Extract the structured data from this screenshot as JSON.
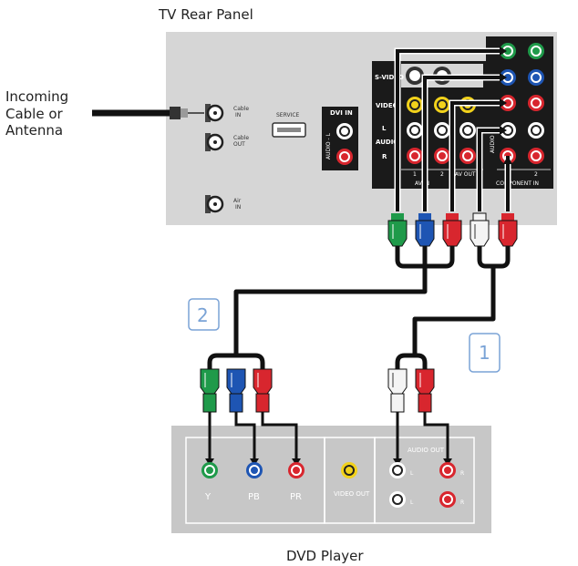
{
  "labels": {
    "tv_rear_panel": "TV Rear Panel",
    "dvd_player": "DVD Player",
    "incoming": [
      "Incoming",
      "Cable or",
      "Antenna"
    ]
  },
  "tv_panel": {
    "cable_in": [
      "Cable",
      "IN"
    ],
    "cable_out": [
      "Cable",
      "OUT"
    ],
    "air_in": [
      "Air",
      "IN"
    ],
    "service": "SERVICE",
    "dvi_in": "DVI IN",
    "audio_l": "AUDIO - L",
    "av_block": {
      "s_video": "S-VIDEO",
      "video": "VIDEO",
      "audio": "AUDIO",
      "l": "L",
      "r": "R",
      "col1": "1",
      "col2": "2",
      "av_in": "AV IN",
      "av_out": "AV OUT"
    },
    "component": {
      "audio": "AUDIO",
      "col1": "1",
      "col2": "2",
      "label": "COMPONENT IN"
    }
  },
  "dvd_panel": {
    "y": "Y",
    "pb": "PB",
    "pr": "PR",
    "video_out": "VIDEO OUT",
    "audio_out": "AUDIO OUT",
    "l": "L",
    "r": "R"
  },
  "steps": {
    "one": "1",
    "two": "2"
  },
  "colors": {
    "panel": "#d6d6d6",
    "black_block": "#1a1a1a",
    "green": "#1f9a4a",
    "blue": "#1e55b3",
    "red": "#d8262e",
    "yellow": "#f2d21b",
    "white": "#f4f4f4",
    "cable": "#111111",
    "step_border": "#7aa3d6"
  }
}
